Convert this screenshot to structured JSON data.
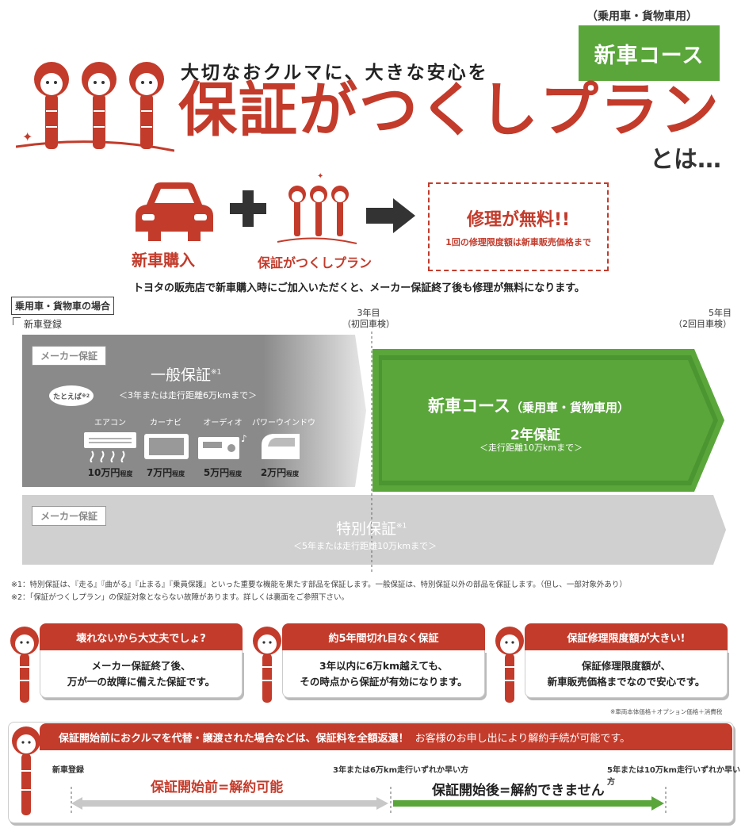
{
  "header": {
    "course_sub": "（乗用車・貨物車用）",
    "course_badge": "新車コース",
    "tagline": "大切なおクルマに、大きな安心を",
    "title": "保証がつくしプラン",
    "towa": "とは…"
  },
  "purchase": {
    "newcar_label": "新車購入",
    "plan_label": "保証がつくしプラン",
    "free_title": "修理が無料!!",
    "free_sub": "1回の修理限度額は新車販売価格まで",
    "intro": "トヨタの販売店で新車購入時にご加入いただくと、メーカー保証終了後も修理が無料になります。"
  },
  "timeline": {
    "case_label": "乗用車・貨物車の場合",
    "reg_label": "新車登録",
    "y3_line1": "3年目",
    "y3_line2": "（初回車検）",
    "y5_line1": "5年目",
    "y5_line2": "（2回目車検）",
    "maker_tag": "メーカー保証",
    "general_title": "一般保証",
    "general_note": "※1",
    "general_sub": "＜3年または走行距離6万kmまで＞",
    "tatoeba": "たとえば",
    "tatoeba_note": "※2",
    "items": [
      {
        "label": "エアコン",
        "price": "10万円",
        "suffix": "程度"
      },
      {
        "label": "カーナビ",
        "price": "7万円",
        "suffix": "程度"
      },
      {
        "label": "オーディオ",
        "price": "5万円",
        "suffix": "程度"
      },
      {
        "label": "パワーウインドウ",
        "price": "2万円",
        "suffix": "程度"
      }
    ],
    "newcourse_title": "新車コース",
    "newcourse_paren": "（乗用車・貨物車用）",
    "newcourse_years": "2年保証",
    "newcourse_sub": "＜走行距離10万kmまで＞",
    "special_title": "特別保証",
    "special_note": "※1",
    "special_sub": "＜5年または走行距離10万kmまで＞",
    "note1": "※1：特別保証は、『走る』『曲がる』『止まる』『乗員保護』といった重要な機能を果たす部品を保証します。一般保証は、特別保証以外の部品を保証します。（但し、一部対象外あり）",
    "note2": "※2：「保証がつくしプラン」の保証対象とならない故障があります。詳しくは裏面をご参照下さい。"
  },
  "cards": [
    {
      "head": "壊れないから大丈夫でしょ?",
      "line1": "メーカー保証終了後、",
      "line2": "万が一の故障に備えた保証です。"
    },
    {
      "head": "約5年間切れ目なく保証",
      "line1": "3年以内に6万km越えても、",
      "line2": "その時点から保証が有効になります。"
    },
    {
      "head": "保証修理限度額が大きい!",
      "line1": "保証修理限度額が、",
      "line2": "新車販売価格までなので安心です。"
    }
  ],
  "price_note": "※車両本体価格＋オプション価格＋消費税",
  "refund": {
    "head_bold": "保証開始前におクルマを代替・譲渡された場合などは、保証料を全額返還！",
    "head_light": "お客様のお申し出により解約手続が可能です。",
    "reg": "新車登録",
    "y3": "3年または6万km走行いずれか早い方",
    "y5": "5年または10万km走行いずれか早い方",
    "before": "保証開始前=解約可能",
    "after": "保証開始後=解約できません"
  },
  "colors": {
    "red": "#c33b2b",
    "green": "#5aa63b",
    "gray": "#9a9a9a",
    "light_gray": "#d4d4d4"
  }
}
